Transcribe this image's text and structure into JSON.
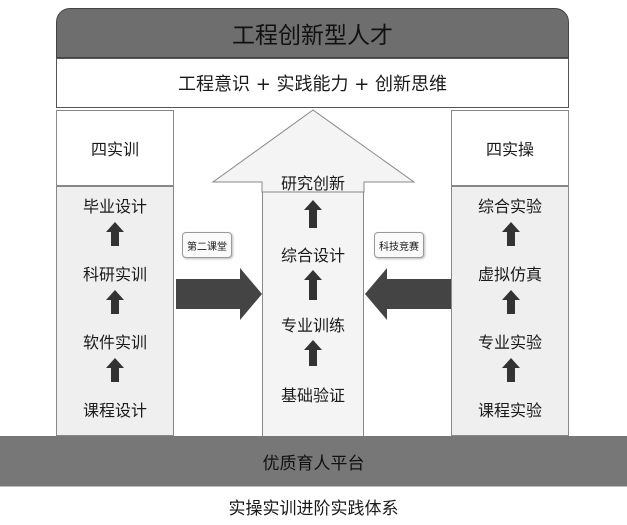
{
  "top_title": "工程创新型人才",
  "ability_bar": "工程意识 + 实践能力 + 创新思维",
  "left": {
    "header": "四实训",
    "items": [
      "毕业设计",
      "科研实训",
      "软件实训",
      "课程设计"
    ]
  },
  "right": {
    "header": "四实操",
    "items": [
      "综合实验",
      "虚拟仿真",
      "专业实验",
      "课程实验"
    ]
  },
  "center": {
    "items": [
      "研究创新",
      "综合设计",
      "专业训练",
      "基础验证"
    ]
  },
  "left_connector_label": "第二课堂",
  "right_connector_label": "科技竞赛",
  "platform": "优质育人平台",
  "system": "实操实训进阶实践体系",
  "colors": {
    "banner": "#6e6e6e",
    "platform": "#777777",
    "arrow": "#333333",
    "column_fill": "#efefef"
  }
}
